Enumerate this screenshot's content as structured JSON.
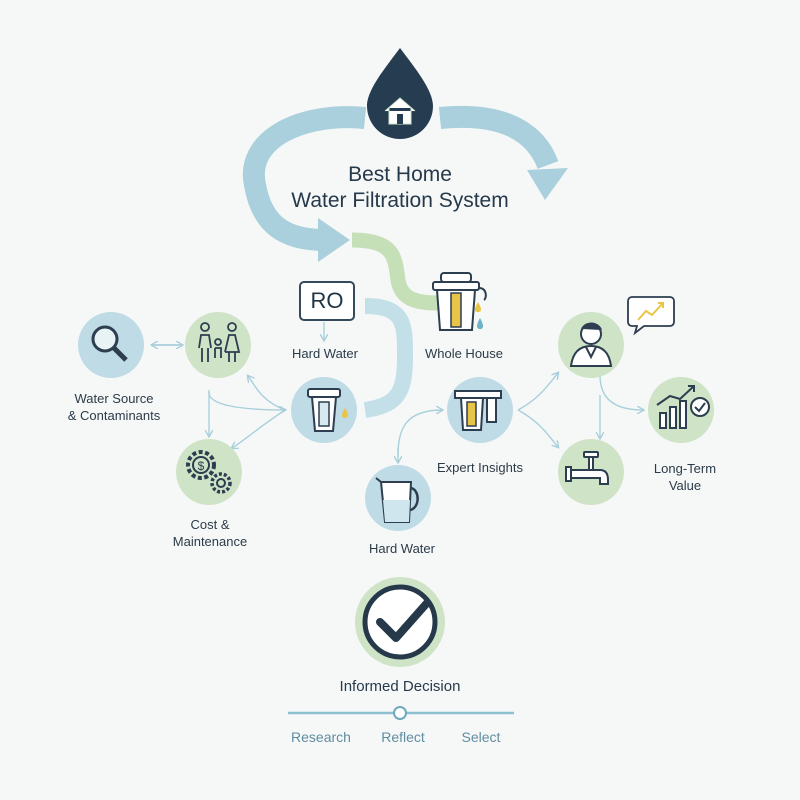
{
  "title_line1": "Best Home",
  "title_line2": "Water Filtration System",
  "ro_label": "RO",
  "nodes": {
    "water_source": "Water Source\n& Contaminants",
    "hard_water_top": "Hard Water",
    "whole_house": "Whole House",
    "cost_maintenance": "Cost &\nMaintenance",
    "expert_insights": "Expert Insights",
    "hard_water_bottom": "Hard Water",
    "long_term_value": "Long-Term\nValue"
  },
  "decision_label": "Informed Decision",
  "steps": [
    "Research",
    "Reflect",
    "Select"
  ],
  "colors": {
    "blue_circle": "#bfdbe5",
    "green_circle": "#cfe3c6",
    "arrow_blue": "#9fcbd8",
    "arrow_green": "#c2dcb3",
    "navy": "#26394a",
    "accent_yellow": "#e8c546"
  },
  "icons": [
    "water-drop-home-icon",
    "magnifier-icon",
    "family-icon",
    "filter-cartridge-icon",
    "gears-dollar-icon",
    "pitcher-icon",
    "whole-house-filter-icon",
    "dual-filter-icon",
    "expert-person-icon",
    "chart-bubble-icon",
    "faucet-icon",
    "growth-chart-icon",
    "checkmark-icon"
  ]
}
